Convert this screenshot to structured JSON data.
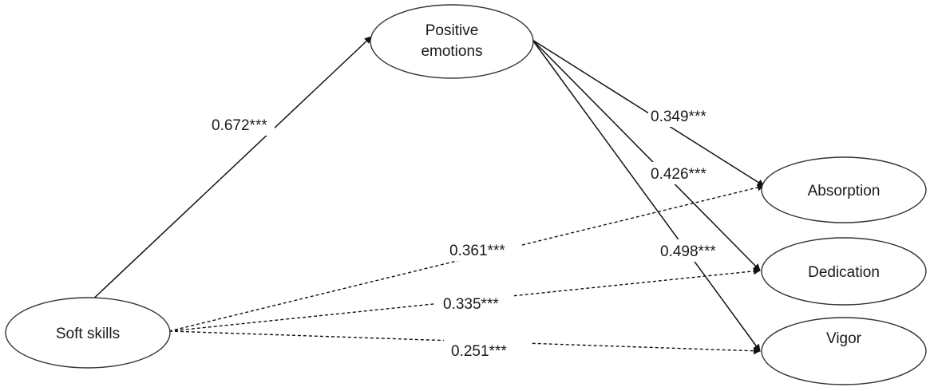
{
  "nodes": {
    "positive_emotions": {
      "line1": "Positive",
      "line2": "emotions"
    },
    "soft_skills": {
      "label": "Soft skills"
    },
    "absorption": {
      "label": "Absorption"
    },
    "dedication": {
      "label": "Dedication"
    },
    "vigor": {
      "label": "Vigor"
    }
  },
  "paths": {
    "soft_to_positive": {
      "coefficient": "0.672***",
      "style": "solid"
    },
    "positive_to_absorption": {
      "coefficient": "0.349***",
      "style": "solid"
    },
    "positive_to_dedication": {
      "coefficient": "0.426***",
      "style": "solid"
    },
    "positive_to_vigor": {
      "coefficient": "0.498***",
      "style": "solid"
    },
    "soft_to_absorption": {
      "coefficient": "0.361***",
      "style": "dashed"
    },
    "soft_to_dedication": {
      "coefficient": "0.335***",
      "style": "dashed"
    },
    "soft_to_vigor": {
      "coefficient": "0.251***",
      "style": "dashed"
    }
  },
  "colors": {
    "line": "#111111",
    "node_border": "#333333",
    "background": "#ffffff"
  }
}
